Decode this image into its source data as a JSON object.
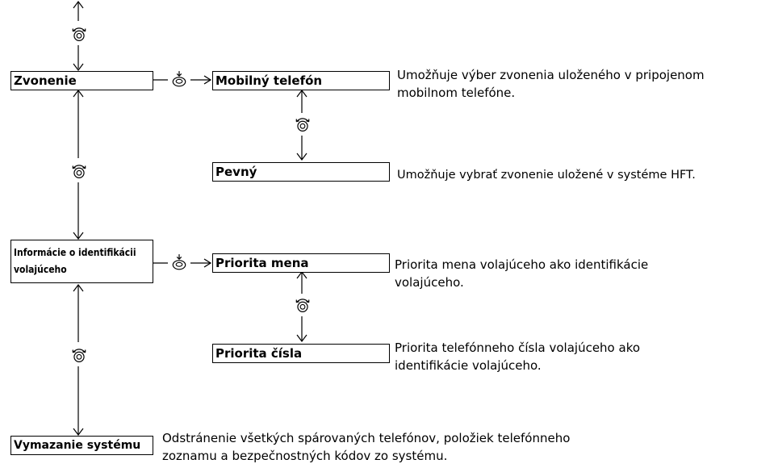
{
  "nodes": {
    "zvonenie": "Zvonenie",
    "mobilny": "Mobilný telefón",
    "pevny": "Pevný",
    "informacie_line1": "Informácie o identifikácii",
    "informacie_line2": "volajúceho",
    "priorita_mena": "Priorita mena",
    "priorita_cisla": "Priorita čísla",
    "vymazanie": "Vymazanie systému"
  },
  "descriptions": {
    "mobilny_line1": "Umožňuje výber zvonenia uloženého v pripojenom",
    "mobilny_line2": "mobilnom telefóne.",
    "pevny_line1": "Umožňuje vybrať zvonenie uložené v systéme HFT.",
    "mena_line1": "Priorita mena volajúceho ako identifikácie",
    "mena_line2": "volajúceho.",
    "cisla_line1": "Priorita telefónneho čísla volajúceho ako",
    "cisla_line2": "identifikácie volajúceho.",
    "vymazanie_line1": "Odstránenie všetkých spárovaných telefónov, položiek telefónneho",
    "vymazanie_line2": "zoznamu a bezpečnostných kódov zo systému."
  },
  "icons": {
    "rotary": "rotary-knob-icon",
    "press": "press-knob-icon"
  }
}
